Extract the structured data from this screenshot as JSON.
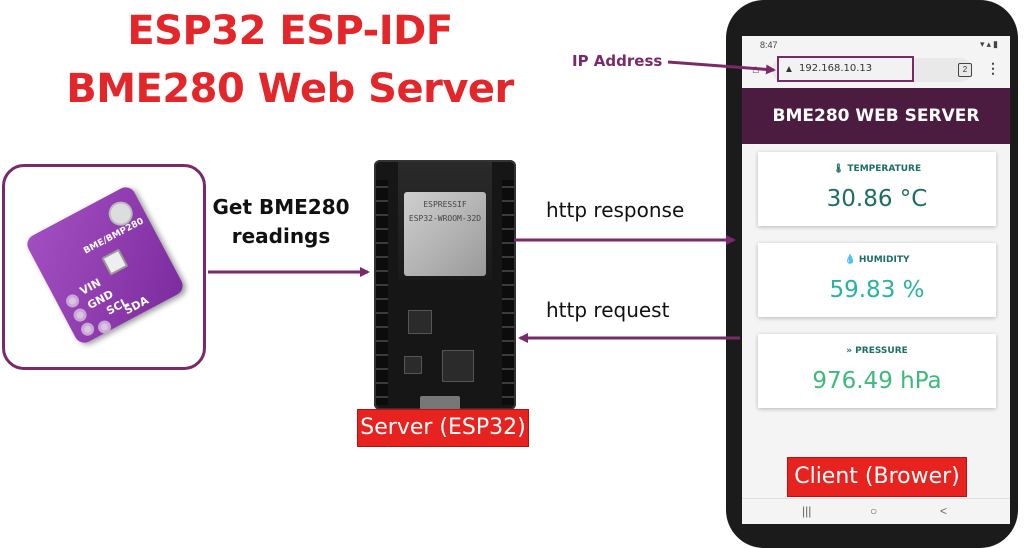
{
  "title": {
    "line1": "ESP32 ESP-IDF",
    "line2": "BME280 Web Server"
  },
  "sensor": {
    "pins": [
      "VIN",
      "GND",
      "SCL",
      "SDA"
    ],
    "board_text": "BME/BMP280"
  },
  "labels": {
    "get_readings": "Get BME280 readings",
    "http_response": "http response",
    "http_request": "http request",
    "ip_address": "IP Address",
    "server": "Server (ESP32)",
    "client": "Client (Brower)"
  },
  "esp32": {
    "module_brand": "ESPRESSIF",
    "module_name": "ESP32-WROOM-32D"
  },
  "phone": {
    "status_time": "8:47",
    "url": "192.168.10.13",
    "tab_count": "2",
    "header": "BME280 WEB SERVER",
    "cards": [
      {
        "icon": "🌡",
        "title": "TEMPERATURE",
        "value": "30.86 °C",
        "color": "#1d6e63"
      },
      {
        "icon": "💧",
        "title": "HUMIDITY",
        "value": "59.83 %",
        "color": "#2ab39c"
      },
      {
        "icon": "»",
        "title": "PRESSURE",
        "value": "976.49 hPa",
        "color": "#3cba7b"
      }
    ],
    "nav": [
      "|||",
      "○",
      "<"
    ]
  },
  "colors": {
    "title_red": "#e3262a",
    "accent_purple": "#7a2a68",
    "badge_red": "#e8231f"
  }
}
